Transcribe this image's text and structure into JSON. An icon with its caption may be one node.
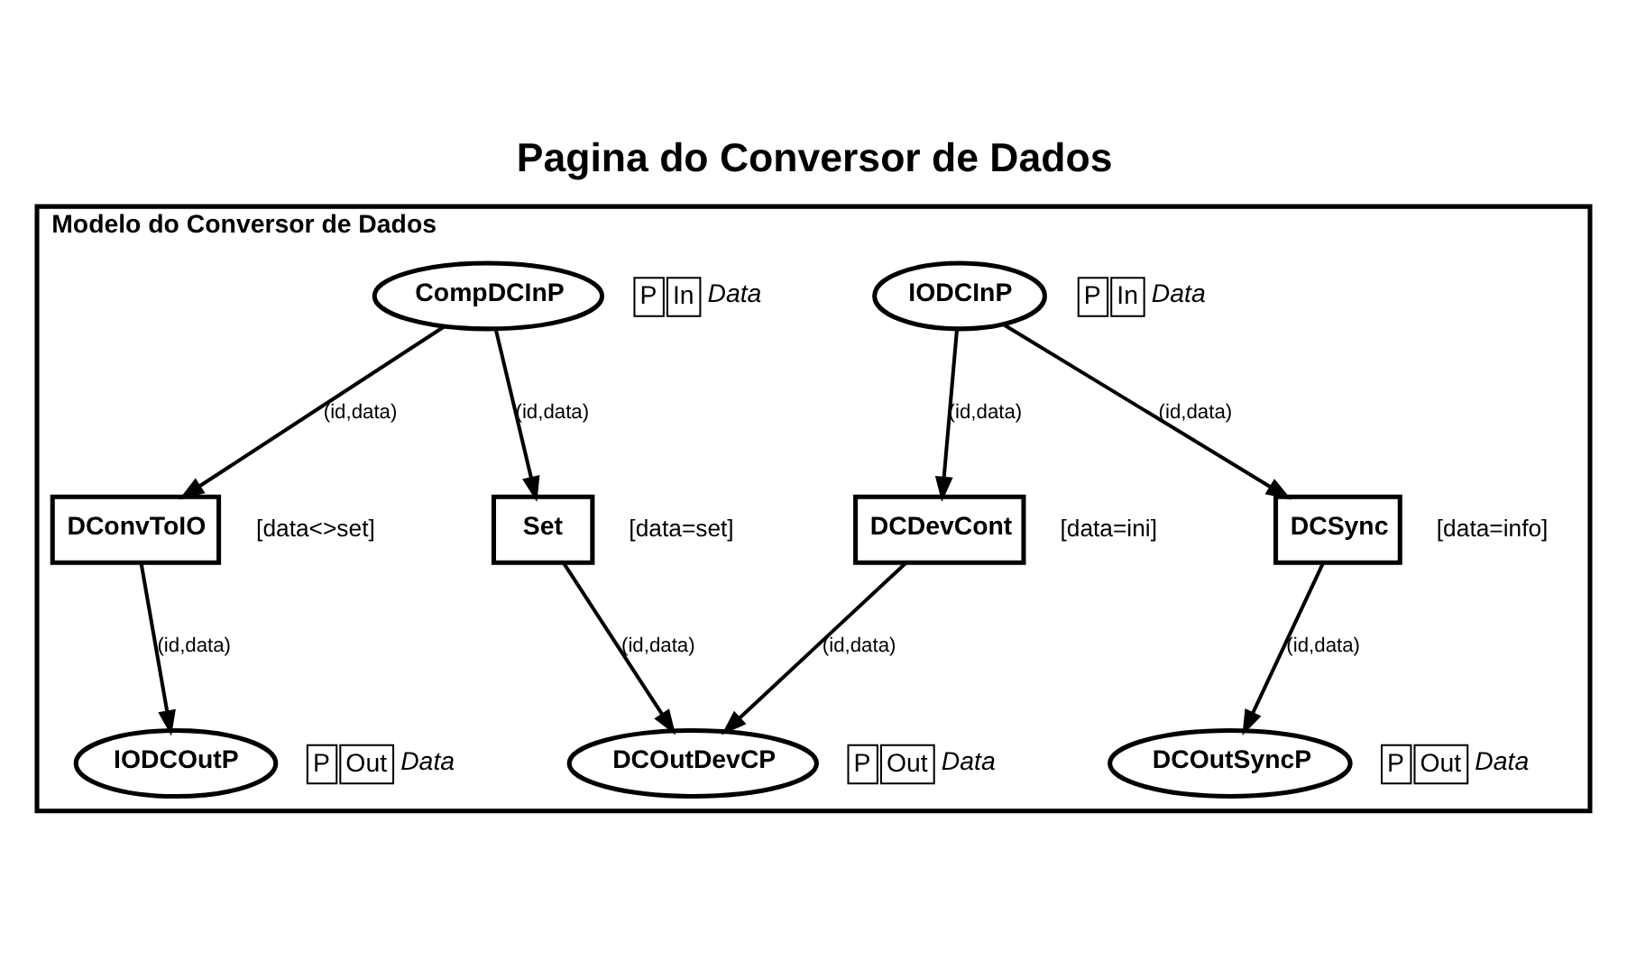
{
  "diagram": {
    "title": "Pagina do Conversor de Dados",
    "nodes": [
      {
        "text": [
          "Modelo do Conversor de Dados"
        ]
      },
      {
        "text": [
          "CompDCInP"
        ],
        "in": 0,
        "beside": [
          "P",
          "In",
          "Data"
        ]
      },
      {
        "text": [
          "IODCInP"
        ],
        "in": 0,
        "beside": [
          "P",
          "In",
          "Data"
        ]
      },
      {
        "text": [
          "DConvToIO"
        ],
        "in": 0,
        "beside": [
          "[data<>set]"
        ]
      },
      {
        "text": [
          "Set"
        ],
        "in": 0,
        "beside": [
          "[data=set]"
        ]
      },
      {
        "text": [
          "DCDevCont"
        ],
        "in": 0,
        "beside": [
          "[data=ini]"
        ]
      },
      {
        "text": [
          "DCSync"
        ],
        "in": 0,
        "beside": [
          "[data=info]"
        ]
      },
      {
        "text": [
          "IODCOutP"
        ],
        "in": 0,
        "beside": [
          "P",
          "Out",
          "Data"
        ]
      },
      {
        "text": [
          "DCOutDevCP"
        ],
        "in": 0,
        "beside": [
          "P",
          "Out",
          "Data"
        ]
      },
      {
        "text": [
          "DCOutSyncP"
        ],
        "in": 0,
        "beside": [
          "P",
          "Out",
          "Data"
        ]
      }
    ],
    "edges": [
      {
        "from": 1,
        "to": 3,
        "arrow": "to",
        "label": "(id,data)"
      },
      {
        "from": 1,
        "to": 4,
        "arrow": "to",
        "label": "(id,data)"
      },
      {
        "from": 2,
        "to": 5,
        "arrow": "to",
        "label": "(id,data)"
      },
      {
        "from": 2,
        "to": 6,
        "arrow": "to",
        "label": "(id,data)"
      },
      {
        "from": 3,
        "to": 7,
        "arrow": "to",
        "label": "(id,data)"
      },
      {
        "from": 4,
        "to": 8,
        "arrow": "to",
        "label": "(id,data)"
      },
      {
        "from": 5,
        "to": 8,
        "arrow": "to",
        "label": "(id,data)"
      },
      {
        "from": 6,
        "to": 9,
        "arrow": "to",
        "label": "(id,data)"
      }
    ]
  }
}
